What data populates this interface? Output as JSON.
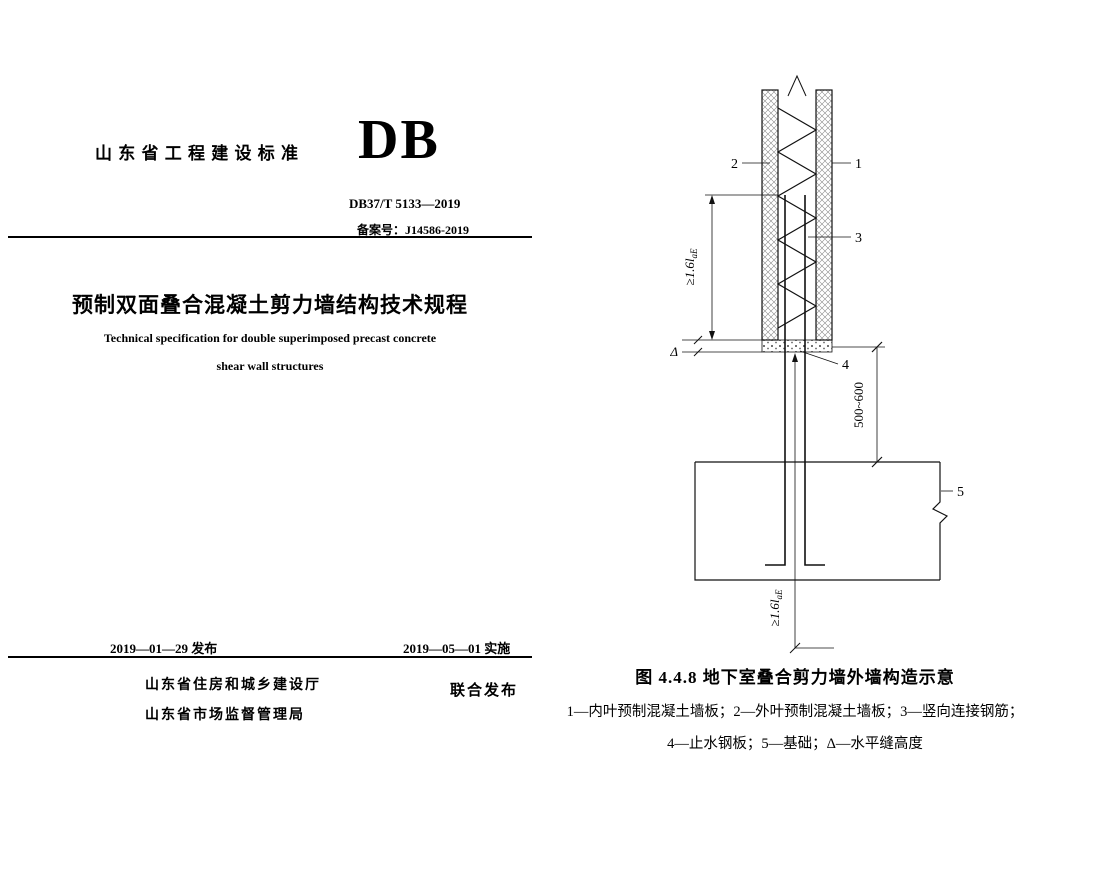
{
  "cover": {
    "standard_label": "山 东 省 工 程 建 设 标 准",
    "db_logo": "DB",
    "standard_number": "DB37/T 5133—2019",
    "record_number": "备案号：J14586-2019",
    "title_zh": "预制双面叠合混凝土剪力墙结构技术规程",
    "title_en_line1": "Technical specification for double superimposed precast concrete",
    "title_en_line2": "shear wall structures",
    "issue_date": "2019—01—29 发布",
    "implement_date": "2019—05—01 实施",
    "issuer1": "山东省住房和城乡建设厅",
    "issuer2": "山东省市场监督管理局",
    "joint_issue": "联合发布"
  },
  "figure": {
    "caption": "图 4.4.8  地下室叠合剪力墙外墙构造示意",
    "legend_line1": "1—内叶预制混凝土墙板；2—外叶预制混凝土墙板；3—竖向连接钢筋；",
    "legend_line2": "4—止水钢板；5—基础；Δ—水平缝高度",
    "labels": {
      "l1": "1",
      "l2": "2",
      "l3": "3",
      "l4": "4",
      "l5": "5"
    },
    "dims": {
      "anchorage_main": "≥1.6l",
      "anchorage_sub": "aE",
      "joint_gap": "Δ",
      "foundation_offset": "500~600"
    }
  }
}
